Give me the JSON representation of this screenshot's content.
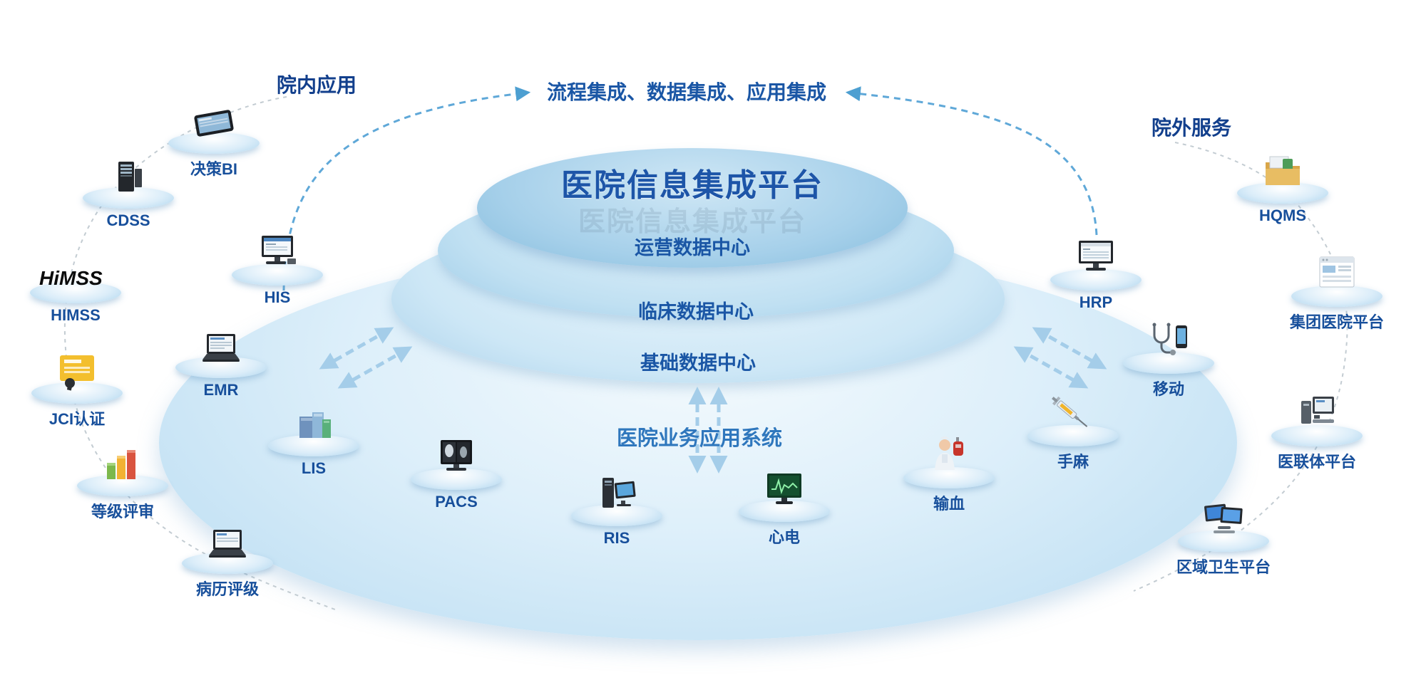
{
  "title": "医院信息集成平台",
  "watermark": "医院信息集成平台",
  "banner": "流程集成、数据集成、应用集成",
  "regions": {
    "left": "院内应用",
    "right": "院外服务"
  },
  "platform": {
    "tiers": [
      "运营数据中心",
      "临床数据中心",
      "基础数据中心"
    ],
    "apps_label": "医院业务应用系统"
  },
  "nodes": {
    "jc_bi": {
      "label": "决策BI",
      "icon": "tablet-icon"
    },
    "cdss": {
      "label": "CDSS",
      "icon": "server-icon"
    },
    "himss": {
      "label": "HIMSS",
      "icon": "himss-logo",
      "logo_text": "HiMSS"
    },
    "jci": {
      "label": "JCI认证",
      "icon": "certificate-icon"
    },
    "djps": {
      "label": "等级评审",
      "icon": "bar-chart-icon"
    },
    "blpj": {
      "label": "病历评级",
      "icon": "laptop-icon"
    },
    "his": {
      "label": "HIS",
      "icon": "desktop-computer-icon"
    },
    "emr": {
      "label": "EMR",
      "icon": "laptop-icon"
    },
    "lis": {
      "label": "LIS",
      "icon": "storage-boxes-icon"
    },
    "pacs": {
      "label": "PACS",
      "icon": "xray-monitor-icon"
    },
    "ris": {
      "label": "RIS",
      "icon": "workstation-icon"
    },
    "xindian": {
      "label": "心电",
      "icon": "ecg-monitor-icon"
    },
    "shuxue": {
      "label": "输血",
      "icon": "nurse-blood-bag-icon"
    },
    "shouma": {
      "label": "手麻",
      "icon": "syringe-icon"
    },
    "yidong": {
      "label": "移动",
      "icon": "stethoscope-phone-icon"
    },
    "hrp": {
      "label": "HRP",
      "icon": "monitor-icon"
    },
    "hqms": {
      "label": "HQMS",
      "icon": "folder-icon"
    },
    "jituan": {
      "label": "集团医院平台",
      "icon": "browser-window-icon"
    },
    "yilianti": {
      "label": "医联体平台",
      "icon": "desktop-pc-icon"
    },
    "quyu": {
      "label": "区域卫生平台",
      "icon": "dual-monitor-icon"
    }
  },
  "colors": {
    "accent_text": "#1a56a5",
    "region_text": "#123f8c",
    "platform_blue": "#a6d0ea",
    "arc_blue": "#5fa8d8",
    "connector_gray": "#c3ccd2"
  }
}
